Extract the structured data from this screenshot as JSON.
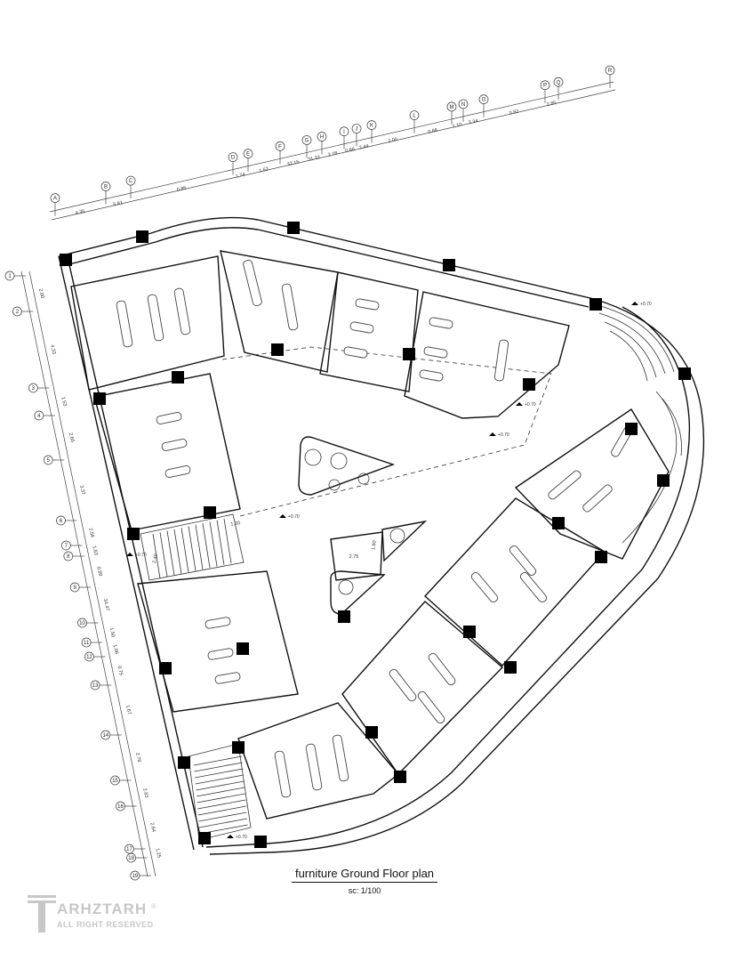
{
  "plan": {
    "title": "furniture Ground Floor plan",
    "scale": "sc: 1/100"
  },
  "logo": {
    "brand": "ARHZTARH",
    "registered": "®",
    "subtitle": "ALL RIGHT RESERVED"
  },
  "top_grid": {
    "labels": [
      "A",
      "B",
      "C",
      "D",
      "E",
      "F",
      "G",
      "H",
      "I",
      "J",
      "K",
      "L",
      "M",
      "N",
      "O",
      "P",
      "Q",
      "R"
    ],
    "spacings": [
      "4.35",
      "5.81",
      "0.85",
      "1.74",
      "1.62",
      "32.15",
      "31.32",
      "2.78",
      "0.86",
      "2.44",
      "2.00",
      "0.68",
      "1.10",
      "3.34",
      "0.82",
      "2.85"
    ]
  },
  "left_grid": {
    "labels": [
      "1",
      "2",
      "3",
      "4",
      "5",
      "6",
      "7",
      "8",
      "9",
      "10",
      "11",
      "12",
      "13",
      "14",
      "15",
      "16",
      "17",
      "18",
      "19"
    ],
    "spacings": [
      "2.00",
      "4.33",
      "1.53",
      "2.65",
      "3.37",
      "2.56",
      "1.83",
      "0.89",
      "34.47",
      "1.50",
      "1.06",
      "0.75",
      "1.67",
      "2.78",
      "2.83",
      "2.64",
      "1.25"
    ]
  },
  "levels": [
    "+0.70",
    "+0.70",
    "+0.70",
    "+0.70",
    "+0.70",
    "+0.70"
  ],
  "core_dims": [
    "2.75",
    "1.60",
    "1.20",
    "2.40"
  ]
}
